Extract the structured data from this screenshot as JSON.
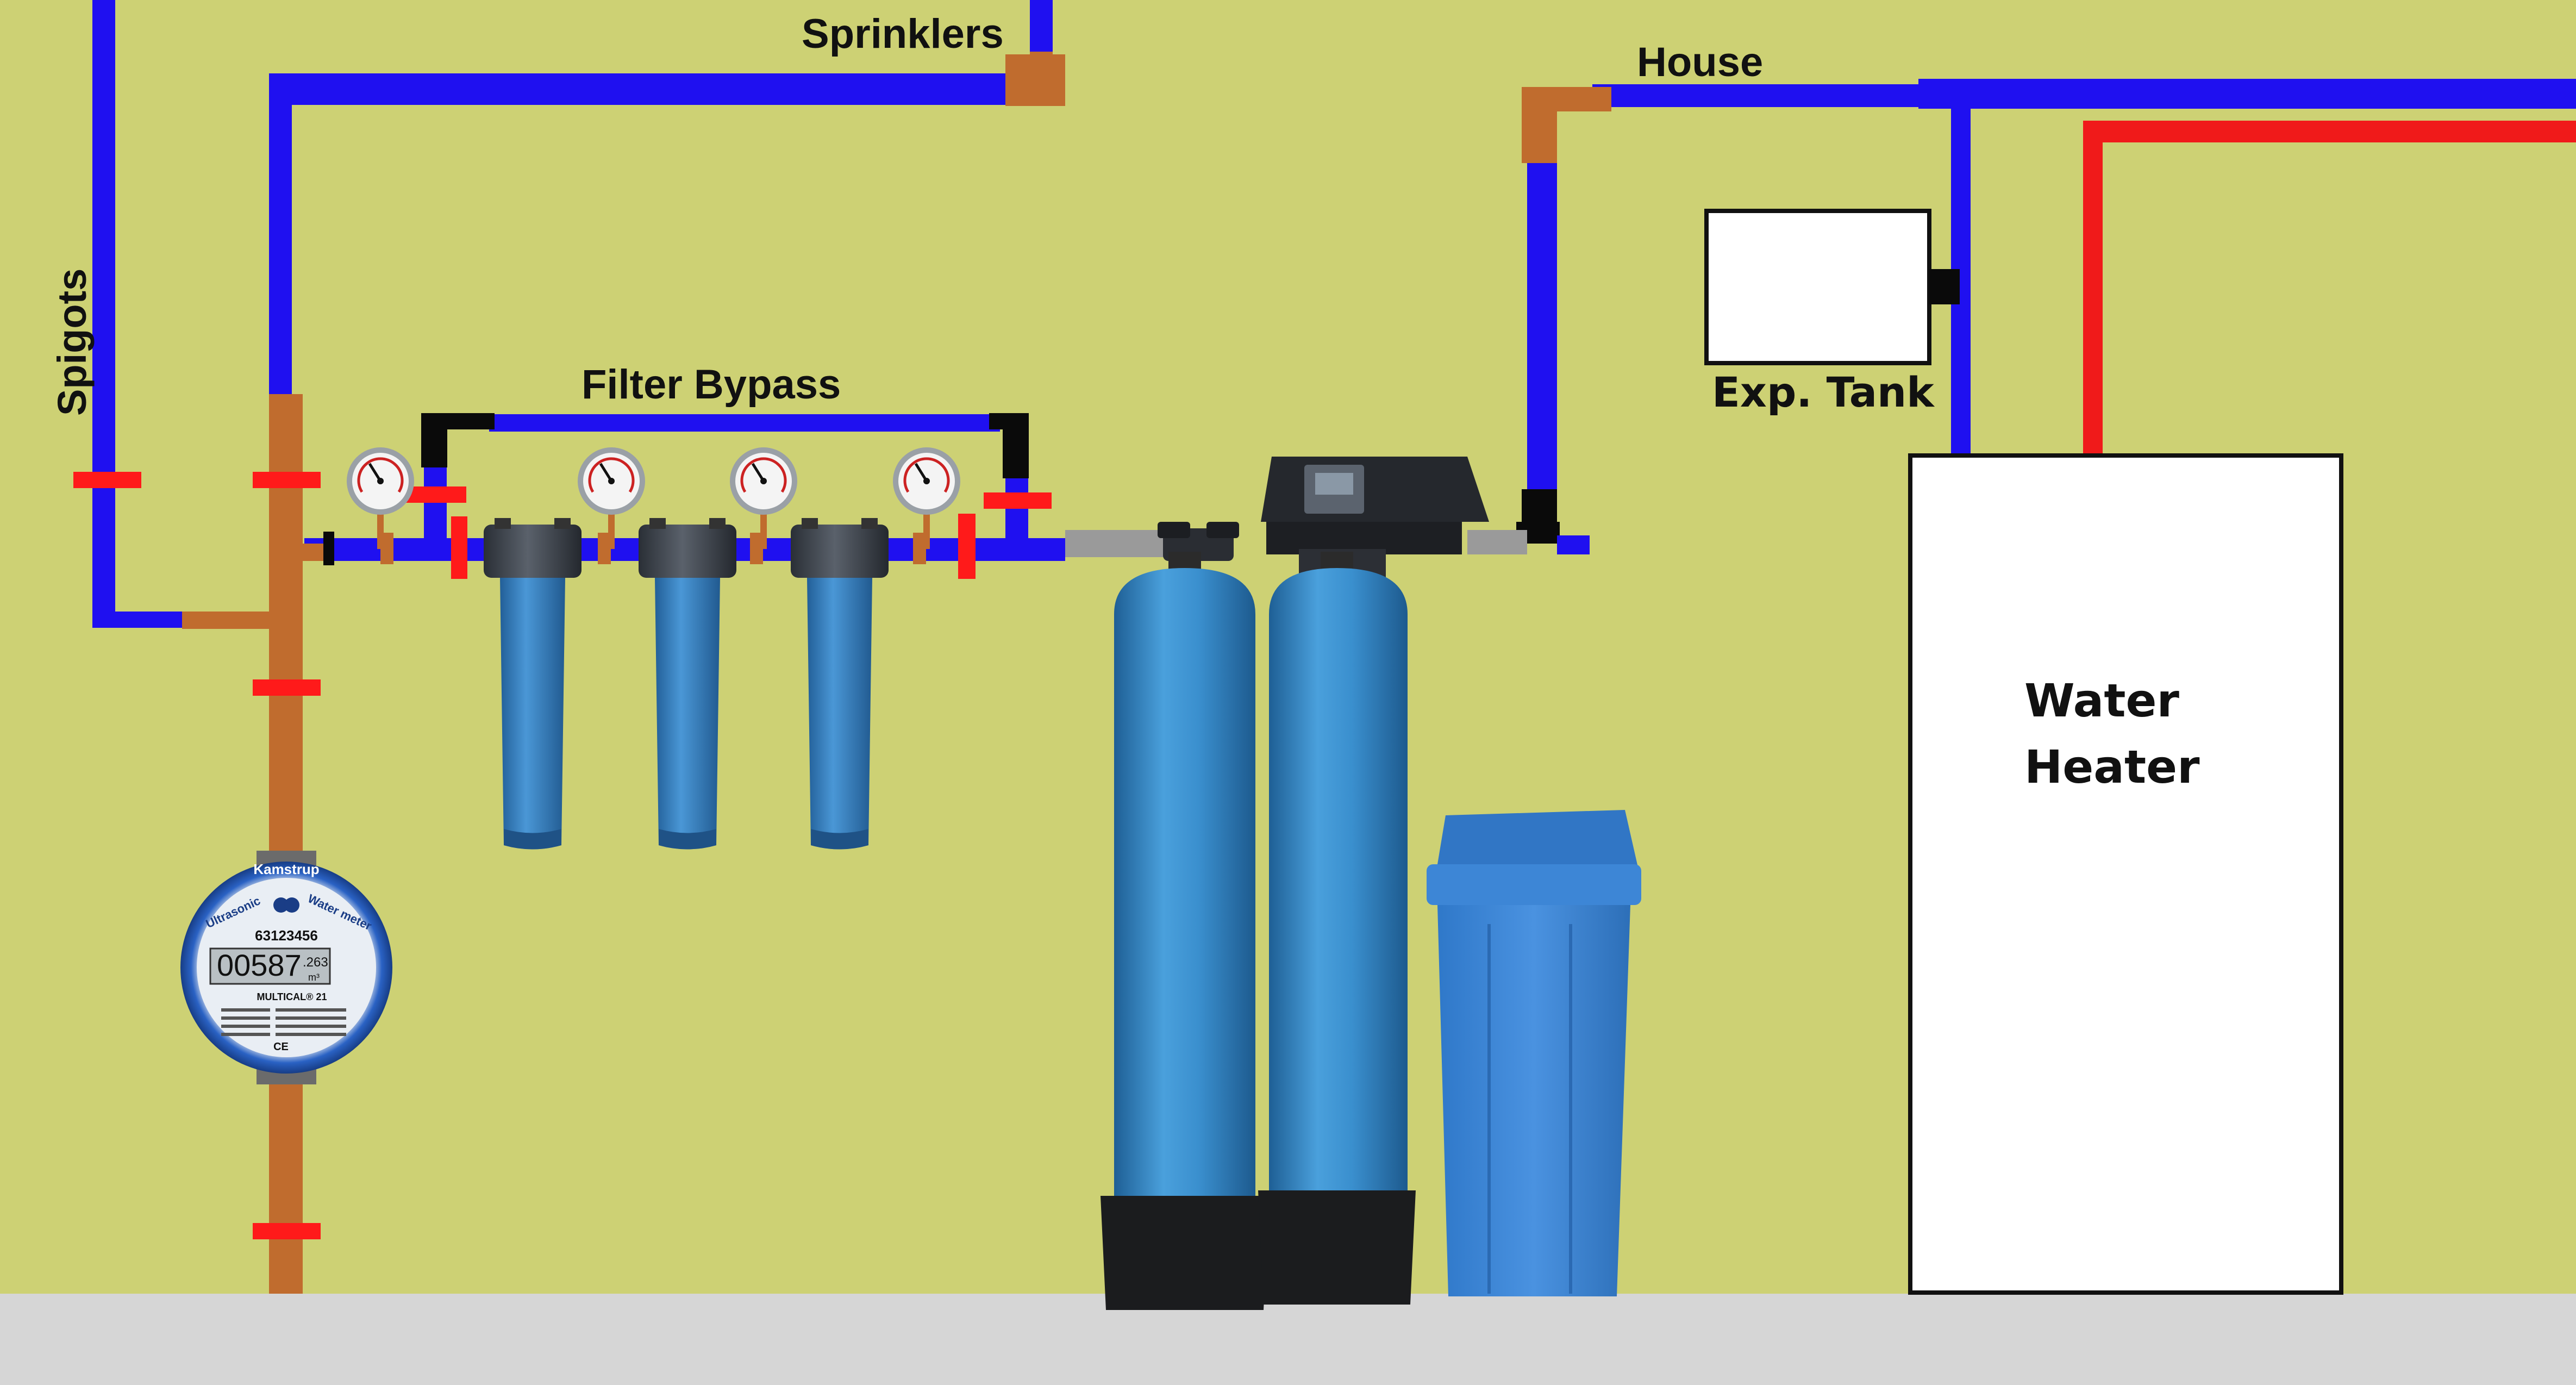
{
  "labels": {
    "spigots": "Spigots",
    "sprinklers": "Sprinklers",
    "house": "House",
    "filter_bypass": "Filter Bypass",
    "exp_tank": "Exp. Tank",
    "water_heater_line1": "Water",
    "water_heater_line2": "Heater"
  },
  "meter": {
    "serial": "63123456",
    "reading": "00587",
    "reading_decimals": ".263",
    "unit": "m³",
    "brand": "Kamstrup",
    "left_word": "Ultrasonic",
    "right_word": "Water meter",
    "model": "MULTICAL® 21",
    "mark": "CE"
  },
  "colors": {
    "wall": "#cdd174",
    "floor": "#d6d6d6",
    "cold_pipe": "#1f10f0",
    "hot_pipe": "#f01a1a",
    "copper": "#c06c2e",
    "valve": "#ff1a1a",
    "filter_blue": "#3b87c8",
    "tank_blue": "#3a8fce",
    "brine_blue": "#3d86d6"
  }
}
